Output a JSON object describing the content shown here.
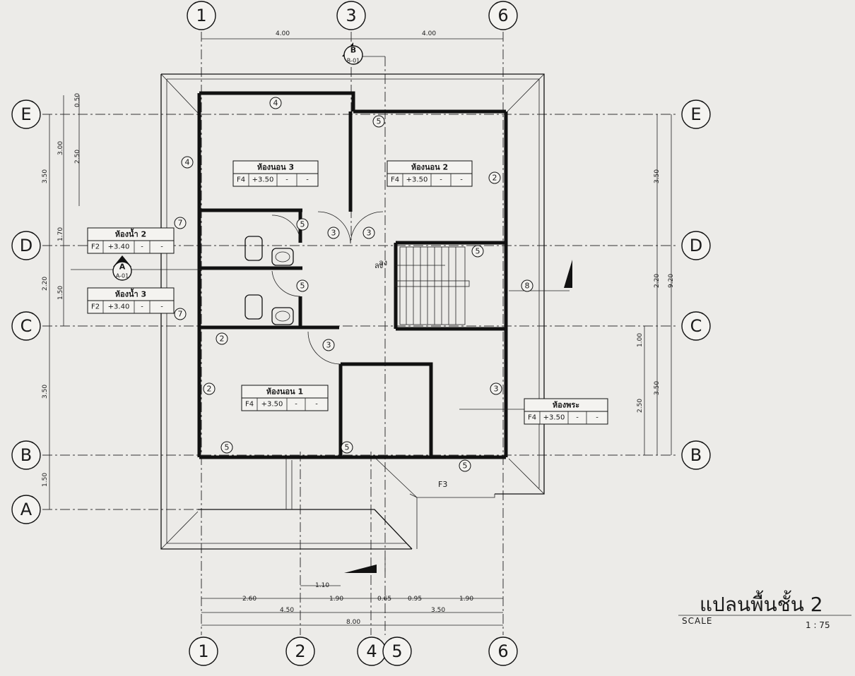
{
  "title": "แปลนพื้นชั้น 2",
  "scale": {
    "label": "SCALE",
    "value": "1 : 75"
  },
  "grid_top": [
    "1",
    "3",
    "6"
  ],
  "grid_bottom": [
    "1",
    "2",
    "4",
    "5",
    "6"
  ],
  "grid_rows": [
    "E",
    "D",
    "C",
    "B",
    "A"
  ],
  "dims": {
    "top": [
      "4.00",
      "4.00"
    ],
    "left_outer": [
      "3.50",
      "2.20",
      "3.50",
      "1.50"
    ],
    "left_inner": [
      "0.50",
      "3.00",
      "2.50",
      "1.70",
      "1.50"
    ],
    "right": [
      "3.50",
      "2.20",
      "3.50",
      "9.20",
      "1.00",
      "2.50"
    ],
    "bottom_row1": [
      "2.60",
      "1.90",
      "0.65",
      "0.95",
      "1.90"
    ],
    "bottom_row2": [
      "4.50",
      "3.50"
    ],
    "bottom_row3": [
      "8.00"
    ],
    "small": "1.10"
  },
  "rooms": [
    {
      "name": "ห้องนอน 3",
      "code": "F4",
      "level": "+3.50",
      "c3": "-",
      "c4": "-"
    },
    {
      "name": "ห้องนอน 2",
      "code": "F4",
      "level": "+3.50",
      "c3": "-",
      "c4": "-"
    },
    {
      "name": "ห้องน้ำ 2",
      "code": "F2",
      "level": "+3.40",
      "c3": "-",
      "c4": "-"
    },
    {
      "name": "ห้องน้ำ 3",
      "code": "F2",
      "level": "+3.40",
      "c3": "-",
      "c4": "-"
    },
    {
      "name": "ห้องนอน 1",
      "code": "F4",
      "level": "+3.50",
      "c3": "-",
      "c4": "-"
    },
    {
      "name": "ห้องพระ",
      "code": "F4",
      "level": "+3.50",
      "c3": "-",
      "c4": "-"
    }
  ],
  "section_marks": [
    {
      "letter": "B",
      "ref": "B-01"
    },
    {
      "letter": "A",
      "ref": "A-01"
    }
  ],
  "tags": [
    "4",
    "4",
    "5",
    "2",
    "7",
    "5",
    "3",
    "3",
    "5",
    "5",
    "7",
    "8",
    "2",
    "3",
    "2",
    "3",
    "5",
    "5",
    "5"
  ],
  "labels": {
    "stair": "ลง",
    "roof": "F3"
  },
  "colors": {
    "paper": "#ecebe8",
    "ink": "#111111"
  }
}
